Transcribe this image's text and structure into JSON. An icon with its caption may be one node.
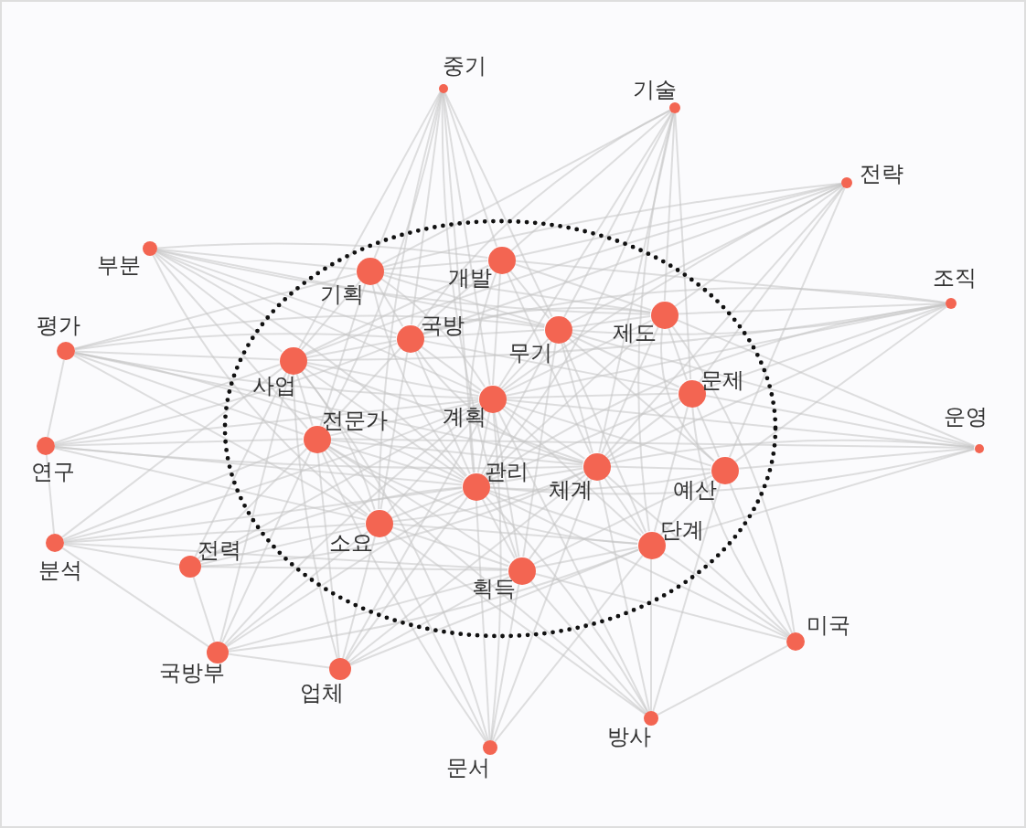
{
  "diagram": {
    "nodes": [
      {
        "text": [
          "중기"
        ]
      },
      {
        "text": [
          "기술"
        ]
      },
      {
        "text": [
          "전략"
        ]
      },
      {
        "text": [
          "부분"
        ]
      },
      {
        "text": [
          "개발"
        ]
      },
      {
        "text": [
          "기획"
        ]
      },
      {
        "text": [
          "조직"
        ]
      },
      {
        "text": [
          "제도"
        ]
      },
      {
        "text": [
          "무기"
        ]
      },
      {
        "text": [
          "국방"
        ]
      },
      {
        "text": [
          "평가"
        ]
      },
      {
        "text": [
          "사업"
        ]
      },
      {
        "text": [
          "문제"
        ]
      },
      {
        "text": [
          "계획"
        ]
      },
      {
        "text": [
          "전문가"
        ]
      },
      {
        "text": [
          "연구"
        ]
      },
      {
        "text": [
          "운영"
        ]
      },
      {
        "text": [
          "체계"
        ]
      },
      {
        "text": [
          "예산"
        ]
      },
      {
        "text": [
          "관리"
        ]
      },
      {
        "text": [
          "소요"
        ]
      },
      {
        "text": [
          "분석"
        ]
      },
      {
        "text": [
          "단계"
        ]
      },
      {
        "text": [
          "전력"
        ]
      },
      {
        "text": [
          "획득"
        ]
      },
      {
        "text": [
          "미국"
        ]
      },
      {
        "text": [
          "국방부"
        ]
      },
      {
        "text": [
          "업체"
        ]
      },
      {
        "text": [
          "방사"
        ]
      },
      {
        "text": [
          "문서"
        ]
      }
    ],
    "edges": [
      {
        "from": 5,
        "to": 4,
        "arrow": "none"
      },
      {
        "from": 5,
        "to": 9,
        "arrow": "none"
      },
      {
        "from": 5,
        "to": 11,
        "arrow": "none"
      },
      {
        "from": 5,
        "to": 13,
        "arrow": "none"
      },
      {
        "from": 5,
        "to": 8,
        "arrow": "none"
      },
      {
        "from": 5,
        "to": 14,
        "arrow": "none"
      },
      {
        "from": 5,
        "to": 19,
        "arrow": "none"
      },
      {
        "from": 5,
        "to": 7,
        "arrow": "none"
      },
      {
        "from": 4,
        "to": 8,
        "arrow": "none"
      },
      {
        "from": 4,
        "to": 9,
        "arrow": "none"
      },
      {
        "from": 4,
        "to": 7,
        "arrow": "none"
      },
      {
        "from": 4,
        "to": 13,
        "arrow": "none"
      },
      {
        "from": 4,
        "to": 17,
        "arrow": "none"
      },
      {
        "from": 4,
        "to": 19,
        "arrow": "none"
      },
      {
        "from": 4,
        "to": 11,
        "arrow": "none"
      },
      {
        "from": 9,
        "to": 8,
        "arrow": "none"
      },
      {
        "from": 9,
        "to": 11,
        "arrow": "none"
      },
      {
        "from": 9,
        "to": 13,
        "arrow": "none"
      },
      {
        "from": 9,
        "to": 14,
        "arrow": "none"
      },
      {
        "from": 9,
        "to": 19,
        "arrow": "none"
      },
      {
        "from": 9,
        "to": 17,
        "arrow": "none"
      },
      {
        "from": 9,
        "to": 20,
        "arrow": "none"
      },
      {
        "from": 9,
        "to": 7,
        "arrow": "none"
      },
      {
        "from": 9,
        "to": 12,
        "arrow": "none"
      },
      {
        "from": 8,
        "to": 7,
        "arrow": "none"
      },
      {
        "from": 8,
        "to": 13,
        "arrow": "none"
      },
      {
        "from": 8,
        "to": 17,
        "arrow": "none"
      },
      {
        "from": 8,
        "to": 12,
        "arrow": "none"
      },
      {
        "from": 8,
        "to": 19,
        "arrow": "none"
      },
      {
        "from": 8,
        "to": 18,
        "arrow": "none"
      },
      {
        "from": 8,
        "to": 22,
        "arrow": "none"
      },
      {
        "from": 8,
        "to": 24,
        "arrow": "none"
      },
      {
        "from": 7,
        "to": 12,
        "arrow": "none"
      },
      {
        "from": 7,
        "to": 17,
        "arrow": "none"
      },
      {
        "from": 7,
        "to": 18,
        "arrow": "none"
      },
      {
        "from": 7,
        "to": 13,
        "arrow": "none"
      },
      {
        "from": 7,
        "to": 19,
        "arrow": "none"
      },
      {
        "from": 11,
        "to": 14,
        "arrow": "none"
      },
      {
        "from": 11,
        "to": 13,
        "arrow": "none"
      },
      {
        "from": 11,
        "to": 19,
        "arrow": "none"
      },
      {
        "from": 11,
        "to": 20,
        "arrow": "none"
      },
      {
        "from": 11,
        "to": 17,
        "arrow": "none"
      },
      {
        "from": 12,
        "to": 18,
        "arrow": "none"
      },
      {
        "from": 12,
        "to": 17,
        "arrow": "none"
      },
      {
        "from": 12,
        "to": 22,
        "arrow": "none"
      },
      {
        "from": 12,
        "to": 13,
        "arrow": "none"
      },
      {
        "from": 12,
        "to": 19,
        "arrow": "none"
      },
      {
        "from": 13,
        "to": 14,
        "arrow": "none"
      },
      {
        "from": 13,
        "to": 19,
        "arrow": "none"
      },
      {
        "from": 13,
        "to": 17,
        "arrow": "none"
      },
      {
        "from": 13,
        "to": 20,
        "arrow": "none"
      },
      {
        "from": 13,
        "to": 24,
        "arrow": "none"
      },
      {
        "from": 13,
        "to": 22,
        "arrow": "none"
      },
      {
        "from": 13,
        "to": 18,
        "arrow": "none"
      },
      {
        "from": 14,
        "to": 19,
        "arrow": "none"
      },
      {
        "from": 14,
        "to": 20,
        "arrow": "none"
      },
      {
        "from": 14,
        "to": 17,
        "arrow": "none"
      },
      {
        "from": 14,
        "to": 24,
        "arrow": "none"
      },
      {
        "from": 14,
        "to": 22,
        "arrow": "none"
      },
      {
        "from": 17,
        "to": 18,
        "arrow": "none"
      },
      {
        "from": 17,
        "to": 19,
        "arrow": "none"
      },
      {
        "from": 17,
        "to": 22,
        "arrow": "none"
      },
      {
        "from": 17,
        "to": 24,
        "arrow": "none"
      },
      {
        "from": 17,
        "to": 20,
        "arrow": "none"
      },
      {
        "from": 18,
        "to": 22,
        "arrow": "none"
      },
      {
        "from": 18,
        "to": 19,
        "arrow": "none"
      },
      {
        "from": 18,
        "to": 24,
        "arrow": "none"
      },
      {
        "from": 19,
        "to": 20,
        "arrow": "none"
      },
      {
        "from": 19,
        "to": 24,
        "arrow": "none"
      },
      {
        "from": 19,
        "to": 22,
        "arrow": "none"
      },
      {
        "from": 20,
        "to": 24,
        "arrow": "none"
      },
      {
        "from": 20,
        "to": 22,
        "arrow": "none"
      },
      {
        "from": 22,
        "to": 24,
        "arrow": "none"
      },
      {
        "from": 0,
        "to": 5,
        "arrow": "none"
      },
      {
        "from": 0,
        "to": 4,
        "arrow": "none"
      },
      {
        "from": 0,
        "to": 9,
        "arrow": "none"
      },
      {
        "from": 0,
        "to": 8,
        "arrow": "none"
      },
      {
        "from": 0,
        "to": 11,
        "arrow": "none"
      },
      {
        "from": 0,
        "to": 13,
        "arrow": "none"
      },
      {
        "from": 0,
        "to": 14,
        "arrow": "none"
      },
      {
        "from": 0,
        "to": 19,
        "arrow": "none"
      },
      {
        "from": 0,
        "to": 20,
        "arrow": "none"
      },
      {
        "from": 0,
        "to": 24,
        "arrow": "none"
      },
      {
        "from": 1,
        "to": 4,
        "arrow": "none"
      },
      {
        "from": 1,
        "to": 8,
        "arrow": "none"
      },
      {
        "from": 1,
        "to": 7,
        "arrow": "none"
      },
      {
        "from": 1,
        "to": 5,
        "arrow": "none"
      },
      {
        "from": 1,
        "to": 9,
        "arrow": "none"
      },
      {
        "from": 1,
        "to": 13,
        "arrow": "none"
      },
      {
        "from": 1,
        "to": 17,
        "arrow": "none"
      },
      {
        "from": 1,
        "to": 12,
        "arrow": "none"
      },
      {
        "from": 1,
        "to": 19,
        "arrow": "none"
      },
      {
        "from": 1,
        "to": 22,
        "arrow": "none"
      },
      {
        "from": 2,
        "to": 7,
        "arrow": "none"
      },
      {
        "from": 2,
        "to": 8,
        "arrow": "none"
      },
      {
        "from": 2,
        "to": 12,
        "arrow": "none"
      },
      {
        "from": 2,
        "to": 4,
        "arrow": "none"
      },
      {
        "from": 2,
        "to": 13,
        "arrow": "none"
      },
      {
        "from": 2,
        "to": 17,
        "arrow": "none"
      },
      {
        "from": 2,
        "to": 18,
        "arrow": "none"
      },
      {
        "from": 2,
        "to": 9,
        "arrow": "none"
      },
      {
        "from": 2,
        "to": 5,
        "arrow": "none"
      },
      {
        "from": 2,
        "to": 11,
        "arrow": "none"
      },
      {
        "from": 3,
        "to": 5,
        "arrow": "none"
      },
      {
        "from": 3,
        "to": 9,
        "arrow": "none"
      },
      {
        "from": 3,
        "to": 11,
        "arrow": "none"
      },
      {
        "from": 3,
        "to": 14,
        "arrow": "none"
      },
      {
        "from": 3,
        "to": 13,
        "arrow": "none"
      },
      {
        "from": 3,
        "to": 4,
        "arrow": "none"
      },
      {
        "from": 3,
        "to": 8,
        "arrow": "none"
      },
      {
        "from": 3,
        "to": 19,
        "arrow": "none"
      },
      {
        "from": 3,
        "to": 20,
        "arrow": "none"
      },
      {
        "from": 3,
        "to": 7,
        "arrow": "none"
      },
      {
        "from": 6,
        "to": 7,
        "arrow": "none"
      },
      {
        "from": 6,
        "to": 12,
        "arrow": "none"
      },
      {
        "from": 6,
        "to": 8,
        "arrow": "none"
      },
      {
        "from": 6,
        "to": 18,
        "arrow": "none"
      },
      {
        "from": 6,
        "to": 13,
        "arrow": "none"
      },
      {
        "from": 6,
        "to": 17,
        "arrow": "none"
      },
      {
        "from": 6,
        "to": 4,
        "arrow": "none"
      },
      {
        "from": 6,
        "to": 9,
        "arrow": "none"
      },
      {
        "from": 6,
        "to": 19,
        "arrow": "none"
      },
      {
        "from": 6,
        "to": 11,
        "arrow": "none"
      },
      {
        "from": 10,
        "to": 11,
        "arrow": "none"
      },
      {
        "from": 10,
        "to": 14,
        "arrow": "none"
      },
      {
        "from": 10,
        "to": 9,
        "arrow": "none"
      },
      {
        "from": 10,
        "to": 5,
        "arrow": "none"
      },
      {
        "from": 10,
        "to": 13,
        "arrow": "none"
      },
      {
        "from": 10,
        "to": 19,
        "arrow": "none"
      },
      {
        "from": 10,
        "to": 20,
        "arrow": "none"
      },
      {
        "from": 10,
        "to": 17,
        "arrow": "none"
      },
      {
        "from": 10,
        "to": 8,
        "arrow": "none"
      },
      {
        "from": 10,
        "to": 15,
        "arrow": "none"
      },
      {
        "from": 15,
        "to": 14,
        "arrow": "none"
      },
      {
        "from": 15,
        "to": 11,
        "arrow": "none"
      },
      {
        "from": 15,
        "to": 19,
        "arrow": "none"
      },
      {
        "from": 15,
        "to": 20,
        "arrow": "none"
      },
      {
        "from": 15,
        "to": 13,
        "arrow": "none"
      },
      {
        "from": 15,
        "to": 17,
        "arrow": "none"
      },
      {
        "from": 15,
        "to": 9,
        "arrow": "none"
      },
      {
        "from": 15,
        "to": 21,
        "arrow": "none"
      },
      {
        "from": 16,
        "to": 18,
        "arrow": "none"
      },
      {
        "from": 16,
        "to": 12,
        "arrow": "none"
      },
      {
        "from": 16,
        "to": 17,
        "arrow": "none"
      },
      {
        "from": 16,
        "to": 7,
        "arrow": "none"
      },
      {
        "from": 16,
        "to": 22,
        "arrow": "none"
      },
      {
        "from": 16,
        "to": 19,
        "arrow": "none"
      },
      {
        "from": 16,
        "to": 13,
        "arrow": "none"
      },
      {
        "from": 16,
        "to": 8,
        "arrow": "none"
      },
      {
        "from": 16,
        "to": 14,
        "arrow": "none"
      },
      {
        "from": 21,
        "to": 14,
        "arrow": "none"
      },
      {
        "from": 21,
        "to": 20,
        "arrow": "none"
      },
      {
        "from": 21,
        "to": 19,
        "arrow": "none"
      },
      {
        "from": 21,
        "to": 11,
        "arrow": "none"
      },
      {
        "from": 21,
        "to": 24,
        "arrow": "none"
      },
      {
        "from": 21,
        "to": 13,
        "arrow": "none"
      },
      {
        "from": 21,
        "to": 23,
        "arrow": "none"
      },
      {
        "from": 21,
        "to": 26,
        "arrow": "none"
      },
      {
        "from": 23,
        "to": 14,
        "arrow": "none"
      },
      {
        "from": 23,
        "to": 20,
        "arrow": "none"
      },
      {
        "from": 23,
        "to": 19,
        "arrow": "none"
      },
      {
        "from": 23,
        "to": 24,
        "arrow": "none"
      },
      {
        "from": 23,
        "to": 11,
        "arrow": "none"
      },
      {
        "from": 23,
        "to": 13,
        "arrow": "none"
      },
      {
        "from": 23,
        "to": 17,
        "arrow": "none"
      },
      {
        "from": 23,
        "to": 26,
        "arrow": "none"
      },
      {
        "from": 25,
        "to": 18,
        "arrow": "none"
      },
      {
        "from": 25,
        "to": 22,
        "arrow": "none"
      },
      {
        "from": 25,
        "to": 17,
        "arrow": "none"
      },
      {
        "from": 25,
        "to": 12,
        "arrow": "none"
      },
      {
        "from": 25,
        "to": 24,
        "arrow": "none"
      },
      {
        "from": 25,
        "to": 19,
        "arrow": "none"
      },
      {
        "from": 25,
        "to": 7,
        "arrow": "none"
      },
      {
        "from": 25,
        "to": 28,
        "arrow": "none"
      },
      {
        "from": 26,
        "to": 20,
        "arrow": "none"
      },
      {
        "from": 26,
        "to": 14,
        "arrow": "none"
      },
      {
        "from": 26,
        "to": 19,
        "arrow": "none"
      },
      {
        "from": 26,
        "to": 24,
        "arrow": "none"
      },
      {
        "from": 26,
        "to": 11,
        "arrow": "none"
      },
      {
        "from": 26,
        "to": 13,
        "arrow": "none"
      },
      {
        "from": 26,
        "to": 27,
        "arrow": "none"
      },
      {
        "from": 26,
        "to": 22,
        "arrow": "none"
      },
      {
        "from": 27,
        "to": 20,
        "arrow": "none"
      },
      {
        "from": 27,
        "to": 19,
        "arrow": "none"
      },
      {
        "from": 27,
        "to": 24,
        "arrow": "none"
      },
      {
        "from": 27,
        "to": 14,
        "arrow": "none"
      },
      {
        "from": 27,
        "to": 13,
        "arrow": "none"
      },
      {
        "from": 27,
        "to": 17,
        "arrow": "none"
      },
      {
        "from": 27,
        "to": 22,
        "arrow": "none"
      },
      {
        "from": 27,
        "to": 11,
        "arrow": "none"
      },
      {
        "from": 28,
        "to": 22,
        "arrow": "none"
      },
      {
        "from": 28,
        "to": 24,
        "arrow": "none"
      },
      {
        "from": 28,
        "to": 17,
        "arrow": "none"
      },
      {
        "from": 28,
        "to": 19,
        "arrow": "none"
      },
      {
        "from": 28,
        "to": 20,
        "arrow": "none"
      },
      {
        "from": 28,
        "to": 18,
        "arrow": "none"
      },
      {
        "from": 28,
        "to": 13,
        "arrow": "none"
      },
      {
        "from": 28,
        "to": 14,
        "arrow": "none"
      },
      {
        "from": 29,
        "to": 24,
        "arrow": "none"
      },
      {
        "from": 29,
        "to": 20,
        "arrow": "none"
      },
      {
        "from": 29,
        "to": 19,
        "arrow": "none"
      },
      {
        "from": 29,
        "to": 22,
        "arrow": "none"
      },
      {
        "from": 29,
        "to": 17,
        "arrow": "none"
      },
      {
        "from": 29,
        "to": 13,
        "arrow": "none"
      },
      {
        "from": 29,
        "to": 14,
        "arrow": "none"
      },
      {
        "from": 29,
        "to": 11,
        "arrow": "none"
      }
    ]
  }
}
